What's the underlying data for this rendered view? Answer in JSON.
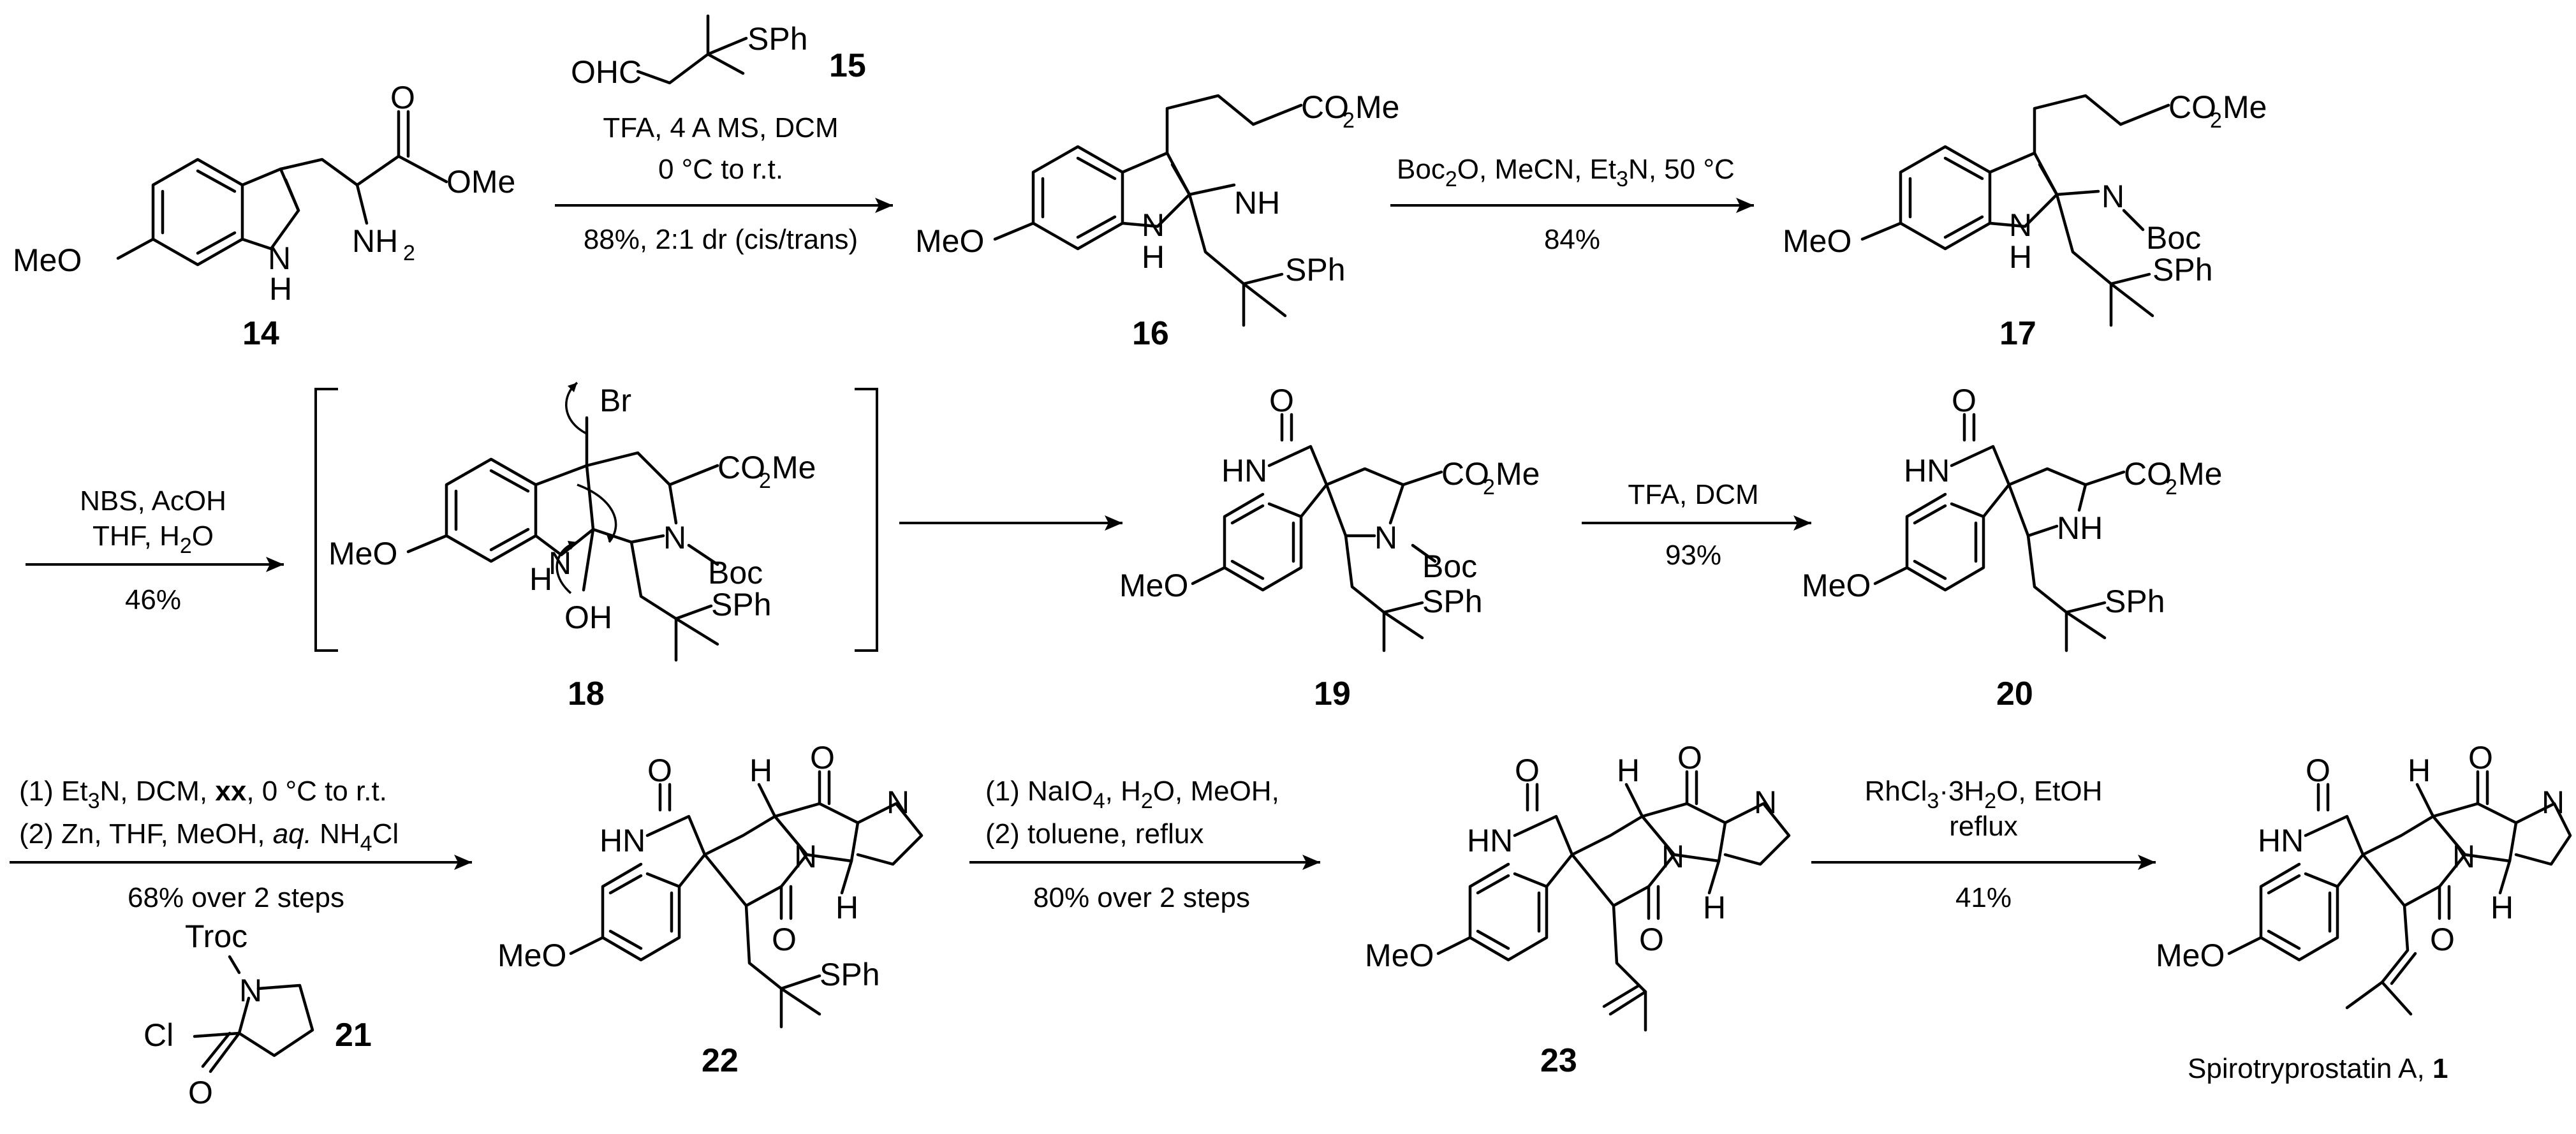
{
  "compounds": {
    "c14": "14",
    "c15": "15",
    "c16": "16",
    "c17": "17",
    "c18": "18",
    "c19": "19",
    "c20": "20",
    "c21": "21",
    "c22": "22",
    "c23": "23",
    "final_name": "Spirotryprostatin A, ",
    "final_num": "1"
  },
  "atoms": {
    "MeO": "MeO",
    "OMe": "OMe",
    "H": "H",
    "N": "N",
    "NH": "NH",
    "HN": "HN",
    "NH2": "NH",
    "sub2": "2",
    "O": "O",
    "OH": "OH",
    "OHC": "OHC",
    "SPh": "SPh",
    "Br": "Br",
    "Boc": "Boc",
    "CO2Me_a": "CO",
    "CO2Me_b": "Me",
    "Troc": "Troc",
    "Cl": "Cl"
  },
  "conditions": {
    "r1": {
      "line1": "TFA, 4 A MS, DCM",
      "line2": "0 °C to r.t.",
      "line3": "88%, 2:1 dr (cis/trans)"
    },
    "r2": {
      "line1_a": "Boc",
      "line1_sub": "2",
      "line1_b": "O, MeCN, Et",
      "line1_sub2": "3",
      "line1_c": "N, 50 °C",
      "line2": "84%"
    },
    "r3": {
      "line1": "NBS, AcOH",
      "line2_a": "THF, H",
      "line2_sub": "2",
      "line2_b": "O",
      "line3": "46%"
    },
    "r5": {
      "line1": "TFA, DCM",
      "line2": "93%"
    },
    "r6": {
      "line1_a": "(1) Et",
      "line1_sub": "3",
      "line1_b": "N, DCM, ",
      "line1_bold": "xx",
      "line1_c": ", 0 °C to r.t.",
      "line2_a": "(2) Zn, THF, MeOH, ",
      "line2_it": "aq.",
      "line2_b": " NH",
      "line2_sub": "4",
      "line2_c": "Cl",
      "line3": "68% over 2 steps"
    },
    "r7": {
      "line1_a": "(1) NaIO",
      "line1_sub": "4",
      "line1_b": ", H",
      "line1_sub2": "2",
      "line1_c": "O, MeOH,",
      "line2": "(2) toluene, reflux",
      "line3": "80% over 2 steps"
    },
    "r8": {
      "line1_a": "RhCl",
      "line1_sub": "3",
      "line1_b": "·3H",
      "line1_sub2": "2",
      "line1_c": "O, EtOH",
      "line2": "reflux",
      "line3": "41%"
    }
  }
}
